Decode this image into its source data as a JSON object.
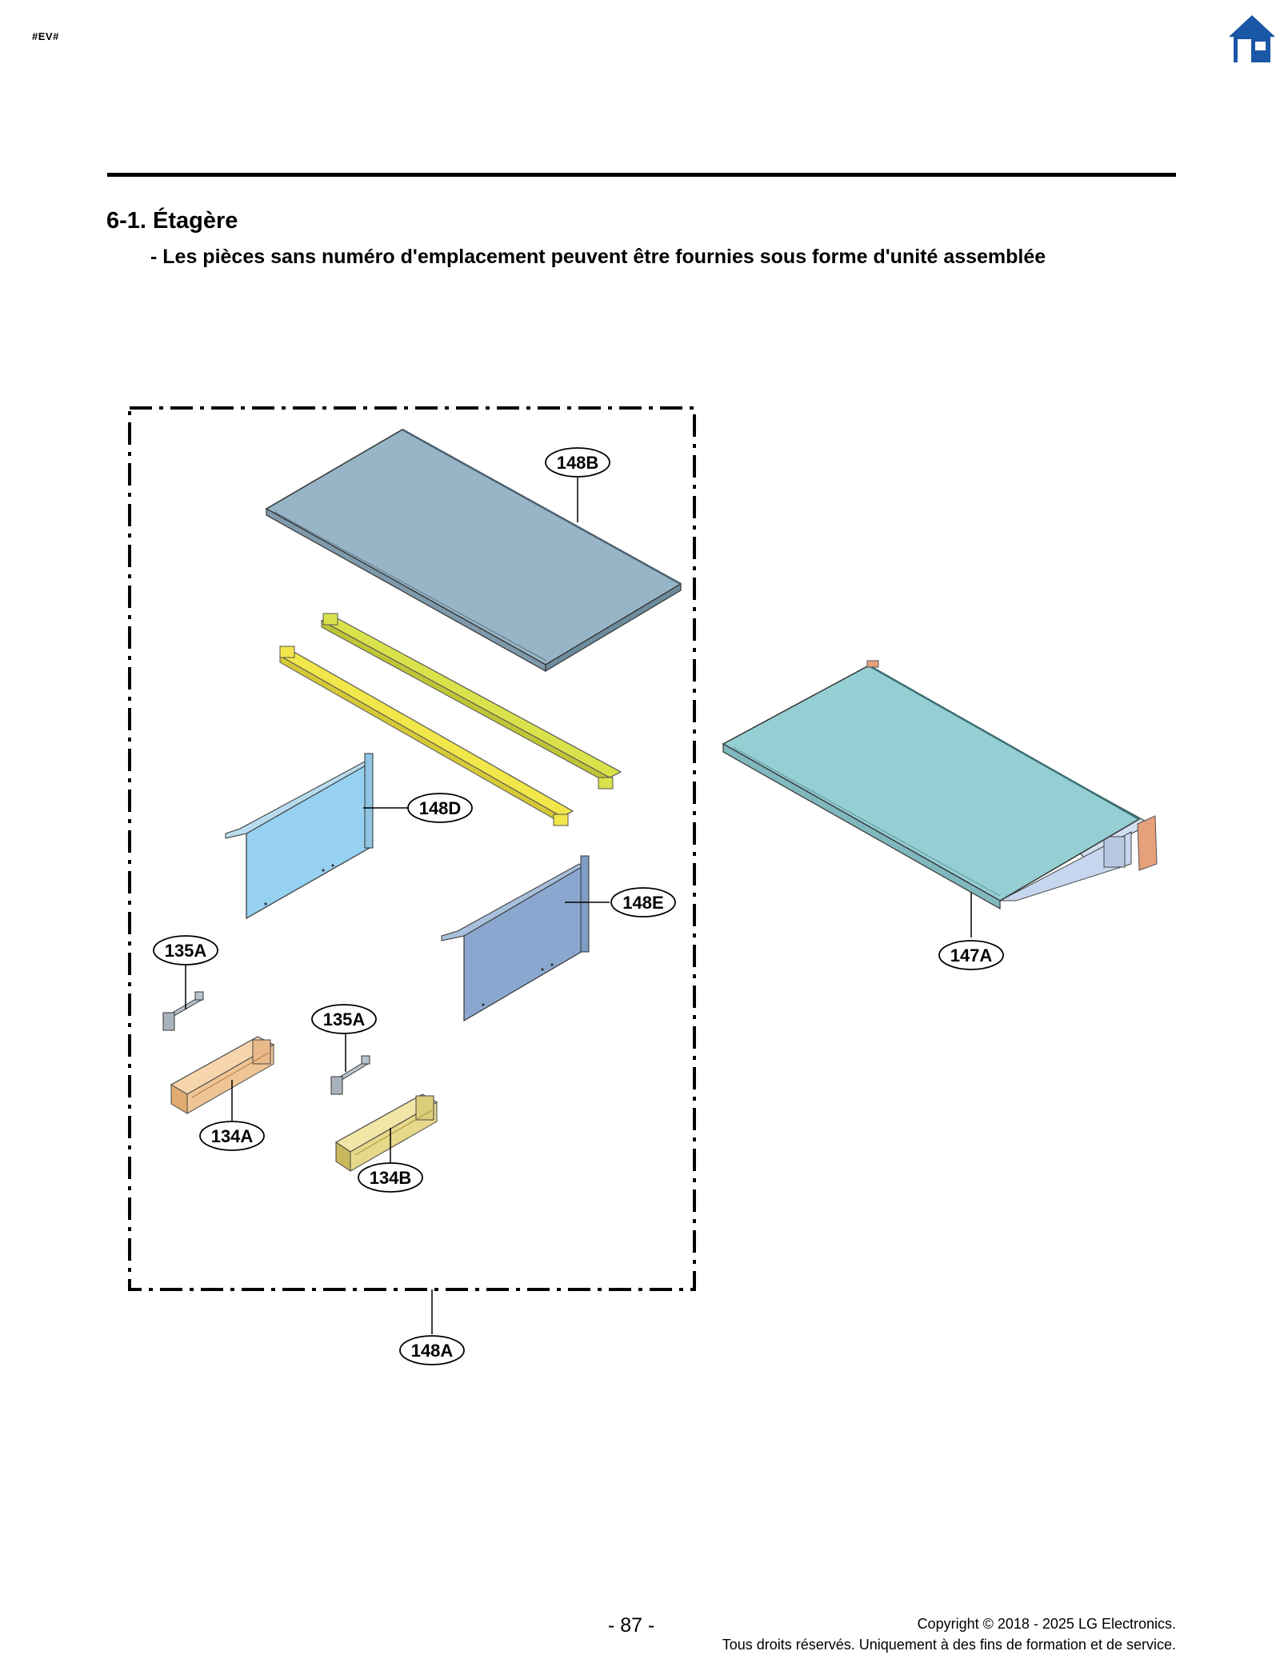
{
  "header": {
    "doc_code": "#EV#",
    "home_icon": "home-icon"
  },
  "section": {
    "title": "6-1. Étagère",
    "note": "- Les pièces sans numéro d'emplacement peuvent être fournies sous forme d'unité assemblée"
  },
  "callouts": {
    "c148B": "148B",
    "c148D": "148D",
    "c148E": "148E",
    "c135A_left": "135A",
    "c135A_center": "135A",
    "c134A": "134A",
    "c134B": "134B",
    "c148A": "148A",
    "c147A": "147A"
  },
  "colors": {
    "top_shelf": "#97b5c6",
    "shelf_assembled": "#95cfd3",
    "rail_yellow": "#f1e64a",
    "rail_green": "#d9e24a",
    "panel_light_blue": "#96d1f2",
    "panel_blue": "#8aa8cf",
    "slider_orange": "#f0c596",
    "slider_yellow": "#e7d98a",
    "home_blue": "#1a57a6"
  },
  "footer": {
    "page_number": "- 87 -",
    "copyright_line1": "Copyright © 2018 - 2025 LG Electronics.",
    "copyright_line2": "Tous droits réservés. Uniquement à des fins de formation et de service."
  }
}
